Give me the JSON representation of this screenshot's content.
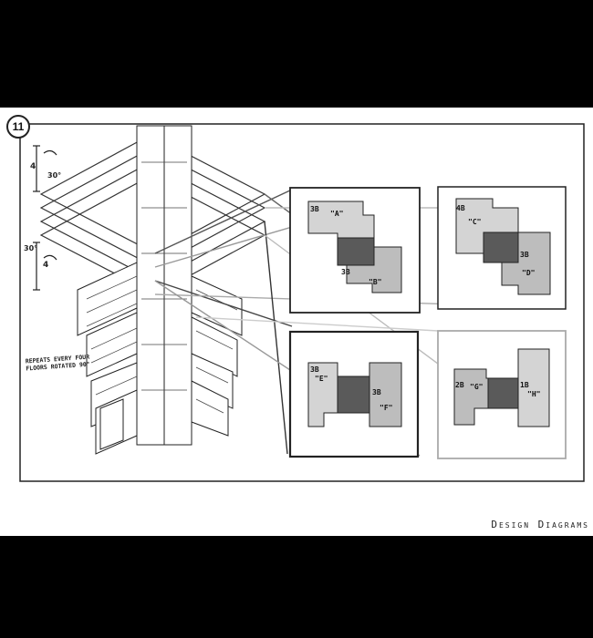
{
  "sheet_number": "11",
  "footer_title": "Design Diagrams",
  "note": "Repeats every four floors rotated 90°",
  "dimensions": {
    "upper_height": "4",
    "upper_rotation": "30°",
    "lower_rotation": "30°",
    "lower_height": "4"
  },
  "plans": [
    {
      "id": "plan-1",
      "labels": [
        "3B",
        "\"A\"",
        "3B",
        "\"B\""
      ]
    },
    {
      "id": "plan-2",
      "labels": [
        "4B",
        "\"C\"",
        "3B",
        "\"D\""
      ]
    },
    {
      "id": "plan-3",
      "labels": [
        "3B",
        "\"E\"",
        "3B",
        "\"F\""
      ]
    },
    {
      "id": "plan-4",
      "labels": [
        "2B",
        "\"G\"",
        "1B",
        "\"H\""
      ]
    }
  ],
  "colors": {
    "ink": "#222222",
    "tone_light": "#d4d4d4",
    "tone_mid": "#bdbdbd",
    "tone_core": "#5a5a5a"
  }
}
